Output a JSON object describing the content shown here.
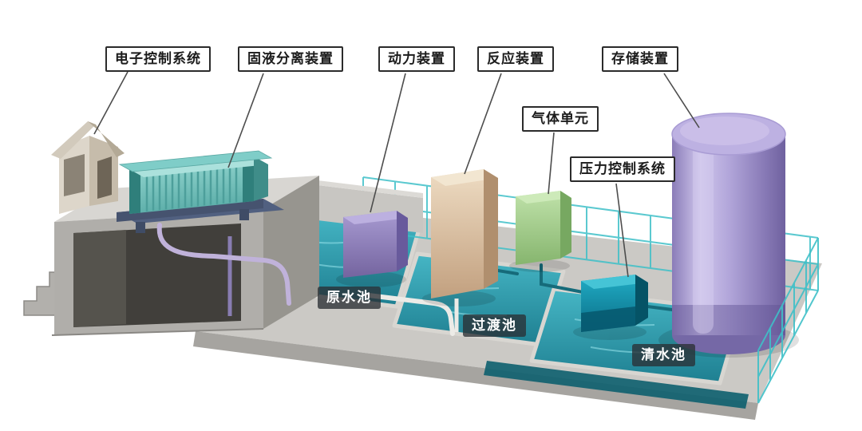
{
  "callouts": [
    {
      "id": "electronic-control-system",
      "label": "电子控制系统"
    },
    {
      "id": "solid-liquid-separation-unit",
      "label": "固液分离装置"
    },
    {
      "id": "power-unit",
      "label": "动力装置"
    },
    {
      "id": "reaction-unit",
      "label": "反应装置"
    },
    {
      "id": "storage-unit",
      "label": "存储装置"
    },
    {
      "id": "gas-unit",
      "label": "气体单元"
    },
    {
      "id": "pressure-control-system",
      "label": "压力控制系统"
    }
  ],
  "pools": [
    {
      "id": "raw-water-pool",
      "label": "原水池"
    },
    {
      "id": "transition-pool",
      "label": "过渡池"
    },
    {
      "id": "clear-water-pool",
      "label": "清水池"
    }
  ],
  "colors": {
    "water": "#2f9fae",
    "storage_tank": "#a99cd4",
    "reaction_tower": "#dcc0a0",
    "gas_unit": "#9fcc87",
    "pressure_control_box": "#0f7e99",
    "power_unit": "#8f80bd",
    "separator_machine": "#7ecac5",
    "fence": "#3fc0c8",
    "platform": "#c9c7c3",
    "callout_border": "#2b2b2b"
  }
}
